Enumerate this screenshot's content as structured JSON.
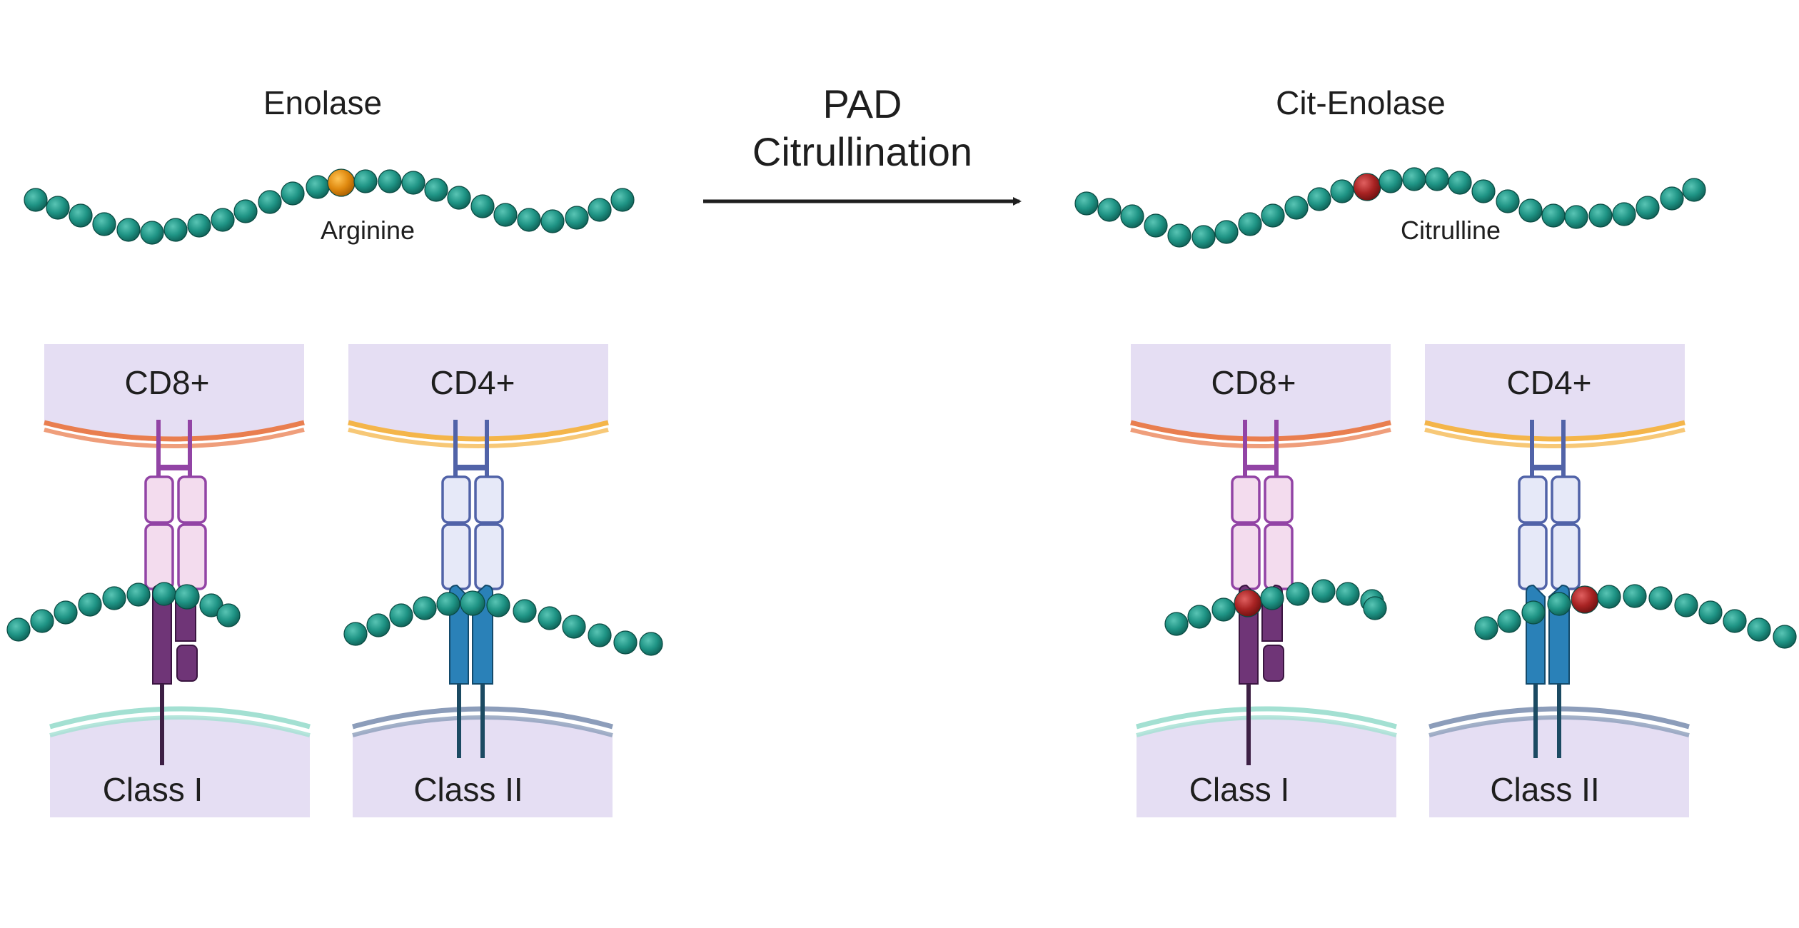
{
  "title_left": "Enolase",
  "title_right": "Cit-Enolase",
  "process": {
    "line1": "PAD",
    "line2": "Citrullination"
  },
  "residue_left": "Arginine",
  "residue_right": "Citrulline",
  "panels": [
    {
      "top": "CD8+",
      "bottom": "Class I"
    },
    {
      "top": "CD4+",
      "bottom": "Class II"
    },
    {
      "top": "CD8+",
      "bottom": "Class I"
    },
    {
      "top": "CD4+",
      "bottom": "Class II"
    }
  ],
  "colors": {
    "bead": "#1f9485",
    "arginine": "#e08a10",
    "citrulline": "#a82323",
    "cd8_membrane": "#e97e4f",
    "cd4_membrane": "#f4b54a",
    "class1_membrane": "#a3e0d2",
    "class2_membrane": "#8c9dba",
    "cell_fill": "#e5def3",
    "cd8_receptor": "#9244a5",
    "cd8_receptor_fill": "#f3dcee",
    "cd4_receptor": "#5163a8",
    "cd4_receptor_fill": "#e6e9f8",
    "mhc1": "#6f3577",
    "mhc2": "#2a81b8",
    "stem1": "#3d1f44",
    "stem2": "#1b4a62"
  }
}
